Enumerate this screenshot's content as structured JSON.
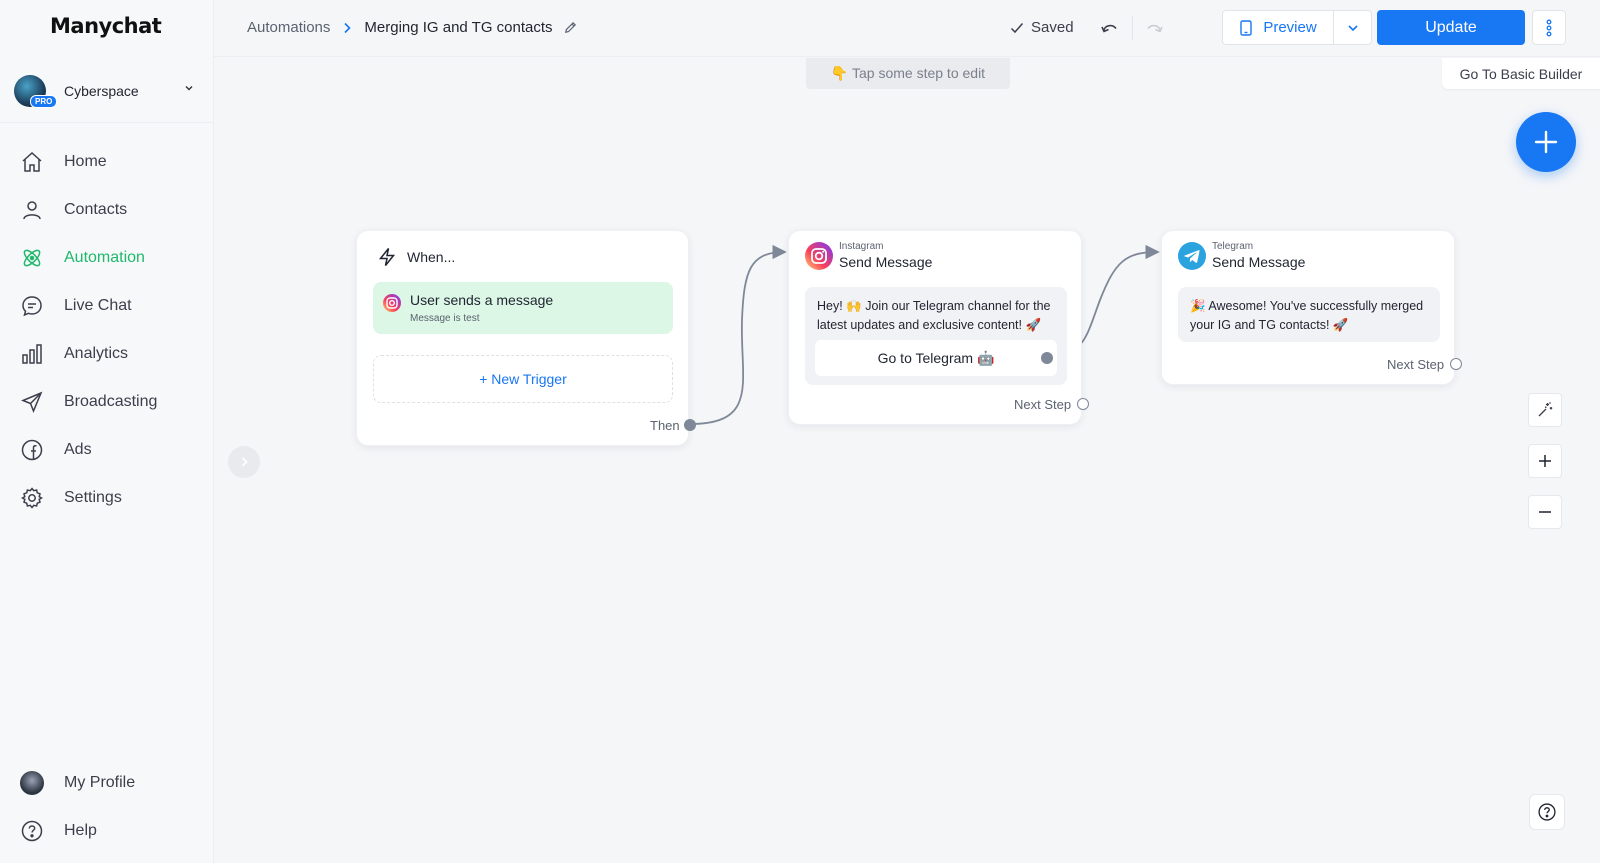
{
  "app": {
    "logo": "Manychat"
  },
  "workspace": {
    "name": "Cyberspace",
    "badge": "PRO"
  },
  "nav": {
    "items": [
      {
        "label": "Home",
        "icon": "home-icon"
      },
      {
        "label": "Contacts",
        "icon": "user-icon"
      },
      {
        "label": "Automation",
        "icon": "atom-icon",
        "active": true
      },
      {
        "label": "Live Chat",
        "icon": "chat-icon"
      },
      {
        "label": "Analytics",
        "icon": "bar-chart-icon"
      },
      {
        "label": "Broadcasting",
        "icon": "send-icon"
      },
      {
        "label": "Ads",
        "icon": "facebook-icon"
      },
      {
        "label": "Settings",
        "icon": "gear-icon"
      }
    ],
    "bottom": [
      {
        "label": "My Profile",
        "icon": "avatar"
      },
      {
        "label": "Help",
        "icon": "help-circle-icon"
      }
    ]
  },
  "topbar": {
    "breadcrumb_root": "Automations",
    "breadcrumb_current": "Merging IG and TG contacts",
    "saved_label": "Saved",
    "preview_label": "Preview",
    "update_label": "Update"
  },
  "canvas": {
    "hint": "👇 Tap some step to edit",
    "basic_builder": "Go To Basic Builder"
  },
  "trigger_node": {
    "heading": "When...",
    "trigger_title": "User sends a message",
    "trigger_sub": "Message is test",
    "new_trigger": "+ New Trigger",
    "port_label": "Then"
  },
  "ig_node": {
    "channel": "Instagram",
    "title": "Send Message",
    "message": "Hey! 🙌 Join our Telegram channel for the latest updates and exclusive content! 🚀",
    "button": "Go to Telegram 🤖",
    "port_label": "Next Step"
  },
  "tg_node": {
    "channel": "Telegram",
    "title": "Send Message",
    "message": "🎉 Awesome! You've successfully merged your IG and TG contacts! 🚀",
    "port_label": "Next Step"
  },
  "colors": {
    "accent": "#1877f2",
    "active_nav": "#1fb86c",
    "trigger_bg": "#dcf7e6"
  }
}
